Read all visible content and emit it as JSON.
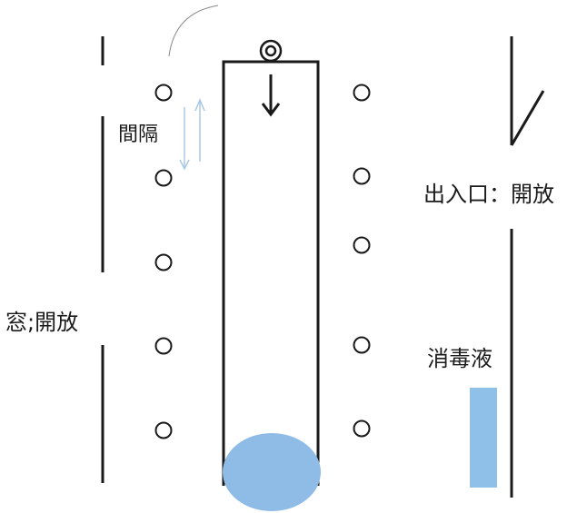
{
  "labels": {
    "interval": "間隔",
    "window_open": "窓;開放",
    "entrance_open": "出入口：開放",
    "disinfectant": "消毒液"
  },
  "seats": {
    "left_column_count": 5,
    "right_column_count": 5
  },
  "colors": {
    "line": "#1a1a1a",
    "interval_arrow": "#aac8e6",
    "person_blob": "#8fbce6",
    "disinfectant_bottle": "#8fc1e8"
  },
  "icons": {
    "start_marker": "double-circle-icon",
    "direction": "down-arrow-icon",
    "interval_marker": "up-down-arrow-icon"
  }
}
